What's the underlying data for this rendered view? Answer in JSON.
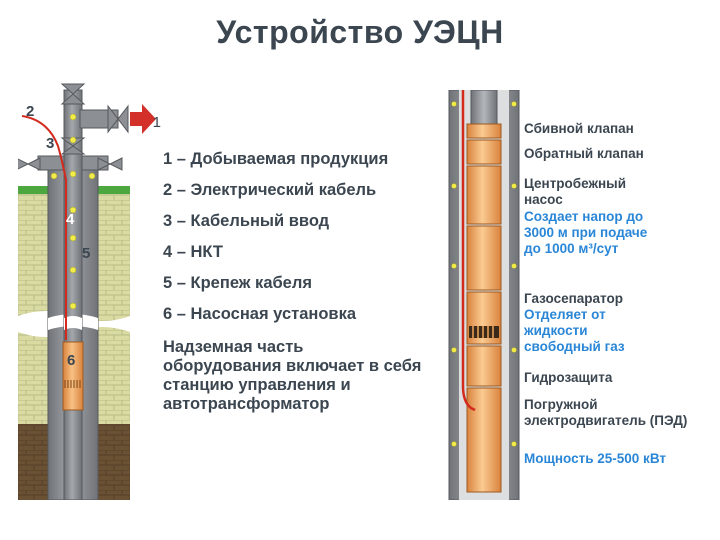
{
  "title": "Устройство УЭЦН",
  "left_diagram": {
    "callouts": [
      "1",
      "2",
      "3",
      "4",
      "5",
      "6"
    ]
  },
  "legend": {
    "items": [
      "1 – Добываемая продукция",
      "2 – Электрический кабель",
      "3 – Кабельный ввод",
      "4 – НКТ",
      "5 – Крепеж кабеля",
      "6 – Насосная установка"
    ],
    "note": "Надземная часть оборудования включает в себя станцию управления и автотрансформатор"
  },
  "components": {
    "knock_valve": "Сбивной клапан",
    "check_valve": "Обратный клапан",
    "centrifugal_pump": "Центробежный насос",
    "pump_desc": "Создает напор до 3000 м при подаче до 1000 м³/сут",
    "gas_separator": "Газосепаратор",
    "gas_desc": "Отделяет от жидкости свободный газ",
    "protector": "Гидрозащита",
    "motor": "Погружной электродвигатель (ПЭД)",
    "motor_desc": "Мощность 25-500 кВт"
  },
  "colors": {
    "text": "#3b4650",
    "blue": "#2a86d6",
    "pipe": "#8c8f93",
    "cable": "#d42a1e",
    "bolt": "#f2ec4a",
    "pump": "#f3a85b",
    "arrow": "#d4302a",
    "brick": "#d9dba3",
    "ground": "#6b5133",
    "grass": "#4ca83e"
  }
}
